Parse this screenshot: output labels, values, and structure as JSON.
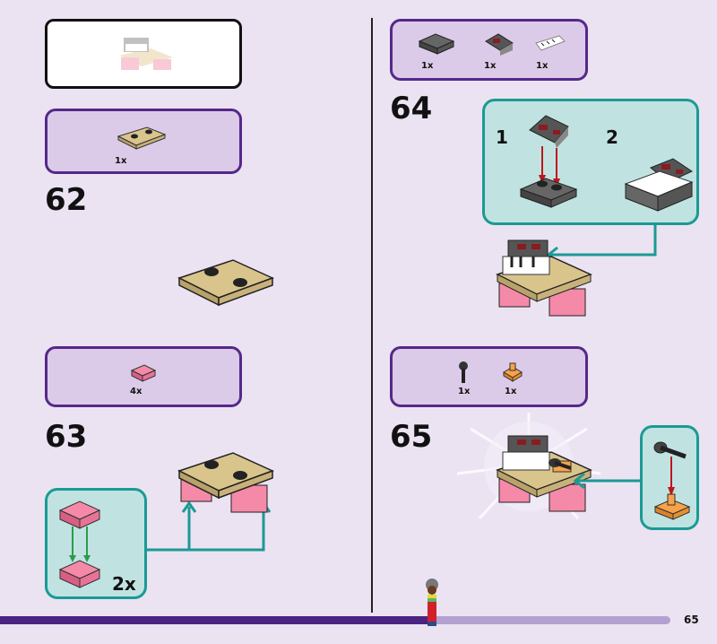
{
  "page_number": "65",
  "progress_percent": 64,
  "colors": {
    "background": "#ebe3f2",
    "parts_box": "#dccbe8",
    "parts_border": "#55288a",
    "subassembly": "#c0e3e2",
    "subassembly_border": "#1b9a94",
    "progress_done": "#4a2383",
    "progress_todo": "#b3a1d1",
    "arrow_red": "#c0141e",
    "arrow_green": "#2c9b4a"
  },
  "steps": [
    {
      "number": "62",
      "parts": [
        {
          "name": "tan-plate-1x4",
          "qty": "1x"
        }
      ]
    },
    {
      "number": "63",
      "parts": [
        {
          "name": "pink-brick-1x2",
          "qty": "4x"
        }
      ],
      "subassembly": {
        "multiplier": "2x"
      }
    },
    {
      "number": "64",
      "parts": [
        {
          "name": "dark-grey-plate-2x2",
          "qty": "1x"
        },
        {
          "name": "synth-slope-tile",
          "qty": "1x"
        },
        {
          "name": "white-keyboard-tile",
          "qty": "1x"
        }
      ],
      "subassembly": {
        "substeps": [
          "1",
          "2"
        ]
      }
    },
    {
      "number": "65",
      "parts": [
        {
          "name": "microphone",
          "qty": "1x"
        },
        {
          "name": "orange-clip-plate",
          "qty": "1x"
        }
      ]
    }
  ]
}
